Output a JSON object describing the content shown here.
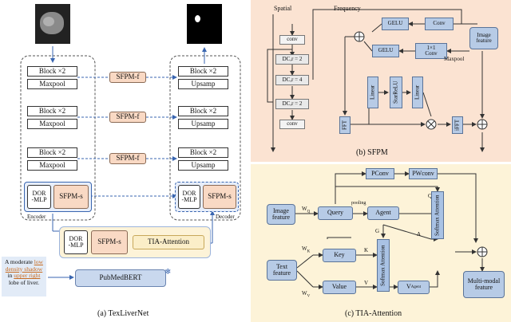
{
  "left": {
    "encoder_label": "Encoder",
    "decoder_label": "Decoder",
    "enc_blocks": [
      "Block ×2",
      "Maxpool",
      "Block ×2",
      "Maxpool",
      "Block ×2",
      "Maxpool"
    ],
    "dec_blocks": [
      "Block ×2",
      "Upsamp",
      "Block ×2",
      "Upsamp",
      "Block ×2",
      "Upsamp"
    ],
    "sfpm_f": "SFPM-f",
    "dor_mlp": "DOR\n-MLP",
    "sfpm_s": "SFPM-s",
    "tia": "TIA-Attention",
    "pubmedbert": "PubMedBERT",
    "text_prefix": "A moderate ",
    "text_highlight1": "low density shadow",
    "text_mid": " in ",
    "text_highlight2": "upper right",
    "text_suffix": " lobe of liver.",
    "caption": "(a) TexLiverNet"
  },
  "sfpm": {
    "spatial": "Spatial",
    "frequency": "Frequency",
    "conv_top": "conv",
    "dc1": "DC,r = 2",
    "dc2": "DC,r = 4",
    "dc3": "DC,r = 2",
    "conv_bottom": "conv",
    "gelu1": "GELU",
    "conv1": "Conv",
    "gelu2": "GELU",
    "conv2": "1×1\nConv",
    "image_feature": "Image\nfeature",
    "maxpool": "Maxpool",
    "fft": "FFT",
    "linear1": "Linear",
    "starrelu": "StarReLU",
    "linear2": "Linear",
    "ifft": "iFFT",
    "caption": "(b) SFPM"
  },
  "tia": {
    "pconv": "PConv",
    "pwconv": "PWconv",
    "image_feature": "Image\nfeature",
    "wq": "W",
    "wq_sub": "Q",
    "query": "Query",
    "pooling": "pooling",
    "agent": "Agent",
    "g_label": "G",
    "q_label": "Q",
    "a_label": "A",
    "k_label": "K",
    "v_label": "V",
    "softmax1": "Softmax Attention",
    "softmax2": "Softmax Attention",
    "text_feature": "Text\nfeature",
    "wk": "W",
    "wk_sub": "K",
    "key": "Key",
    "wv": "W",
    "wv_sub": "V",
    "value": "Value",
    "vagent": "V",
    "vagent_sub": "Agent",
    "multimodal": "Multi-modal\nfeature",
    "caption": "(c) TIA-Attention"
  },
  "colors": {
    "orange_bg": "#fbe3d2",
    "yellow_bg": "#fdf3d8",
    "orange_box": "#f9d9c4",
    "blue_box": "#b7cbe6",
    "highlight_text": "#c86b1f"
  }
}
